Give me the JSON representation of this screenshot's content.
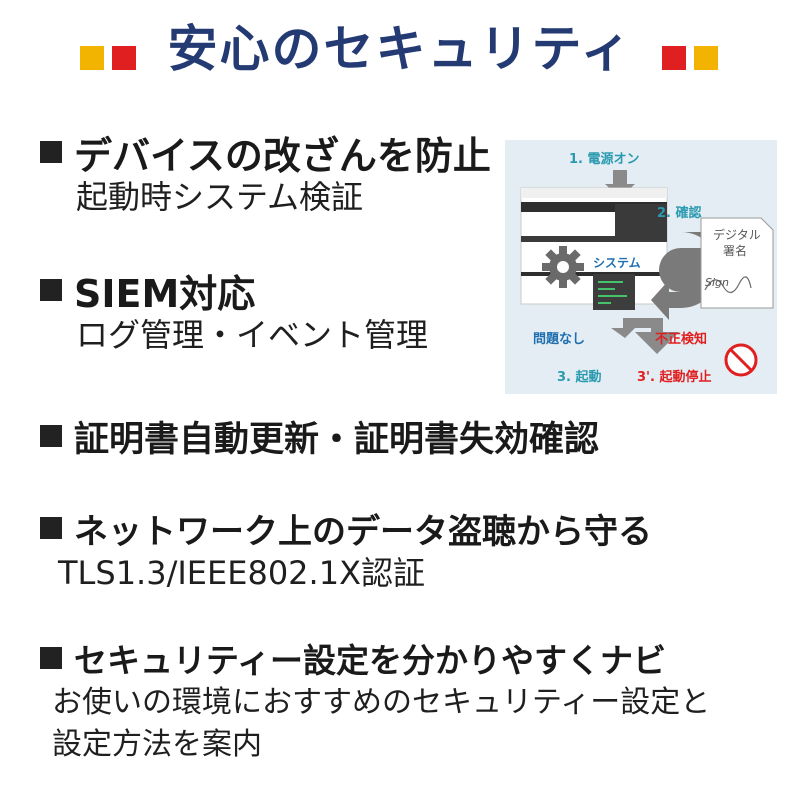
{
  "header": {
    "title": "安心のセキュリティ",
    "colors": {
      "red": "#e02020",
      "yellow": "#f2b400",
      "title": "#243a73"
    }
  },
  "features": [
    {
      "heading": "デバイスの改ざんを防止",
      "lines": [
        "起動時システム検証"
      ]
    },
    {
      "heading": "SIEM対応",
      "lines": [
        "ログ管理・イベント管理"
      ]
    },
    {
      "heading": "証明書自動更新・証明書失効確認",
      "lines": []
    },
    {
      "heading": "ネットワーク上のデータ盗聴から守る",
      "lines": [
        "TLS1.3/IEEE802.1X認証"
      ]
    },
    {
      "heading": "セキュリティー設定を分かりやすくナビ",
      "lines": [
        "お使いの環境におすすめのセキュリティー設定と",
        "設定方法を案内"
      ]
    }
  ],
  "diagram": {
    "step1": "1. 電源オン",
    "step2": "2. 確認",
    "system": "システム",
    "digital_signature": [
      "デジタル",
      "署名"
    ],
    "signature_script": "Sign",
    "ok": "問題なし",
    "ng": "不正検知",
    "step3": "3. 起動",
    "step3_alt": "3'. 起動停止",
    "icons": [
      "printer-icon",
      "gear-icon",
      "signature-document-icon",
      "prohibited-icon",
      "arrow-icon"
    ]
  }
}
